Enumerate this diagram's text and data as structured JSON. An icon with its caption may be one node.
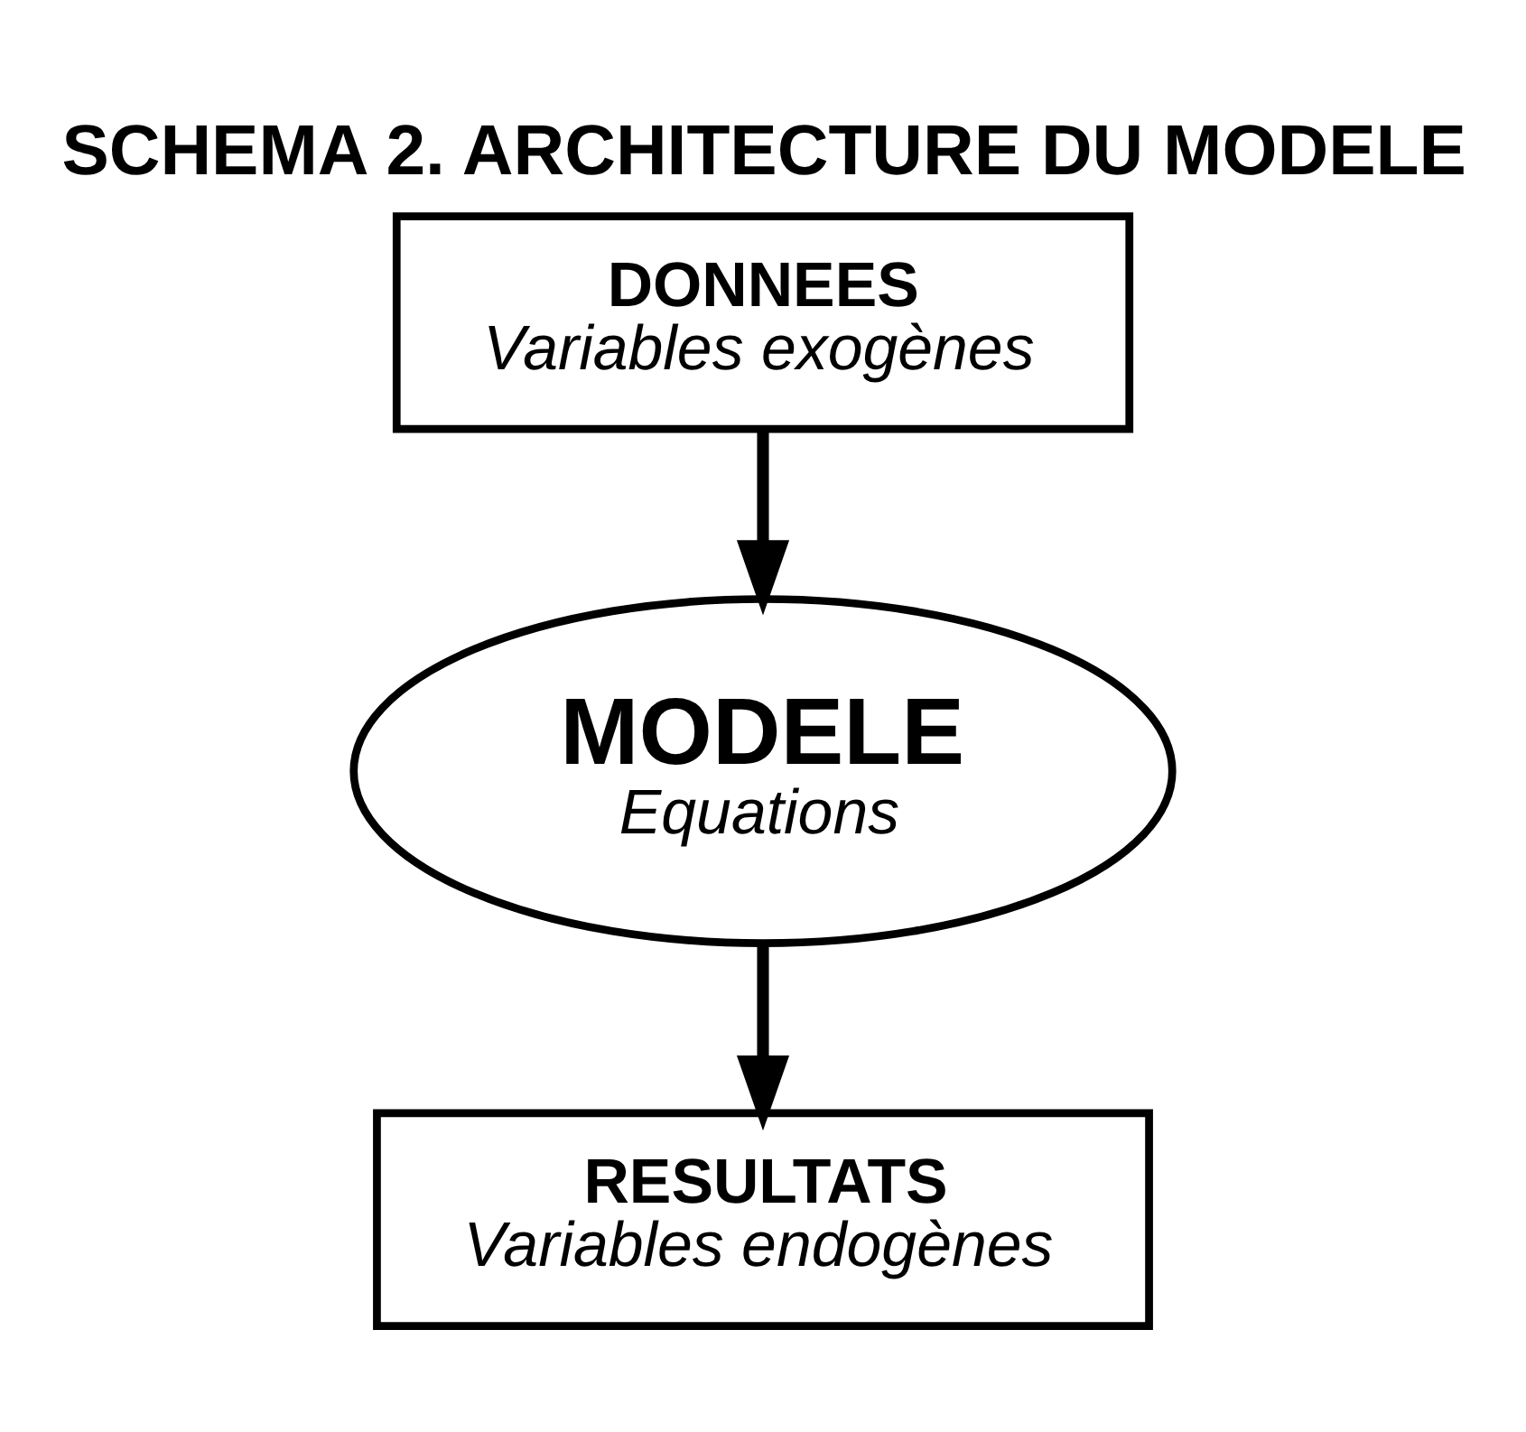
{
  "diagram": {
    "title": "SCHEMA 2. ARCHITECTURE DU MODELE",
    "nodes": [
      {
        "text": [
          "DONNEES",
          "Variables exogènes"
        ]
      },
      {
        "text": [
          "MODELE",
          "Equations"
        ]
      },
      {
        "text": [
          "RESULTATS",
          "Variables endogènes"
        ]
      }
    ],
    "edges": [
      {
        "from": 0,
        "to": 1,
        "arrow": "to"
      },
      {
        "from": 1,
        "to": 2,
        "arrow": "to"
      }
    ]
  }
}
